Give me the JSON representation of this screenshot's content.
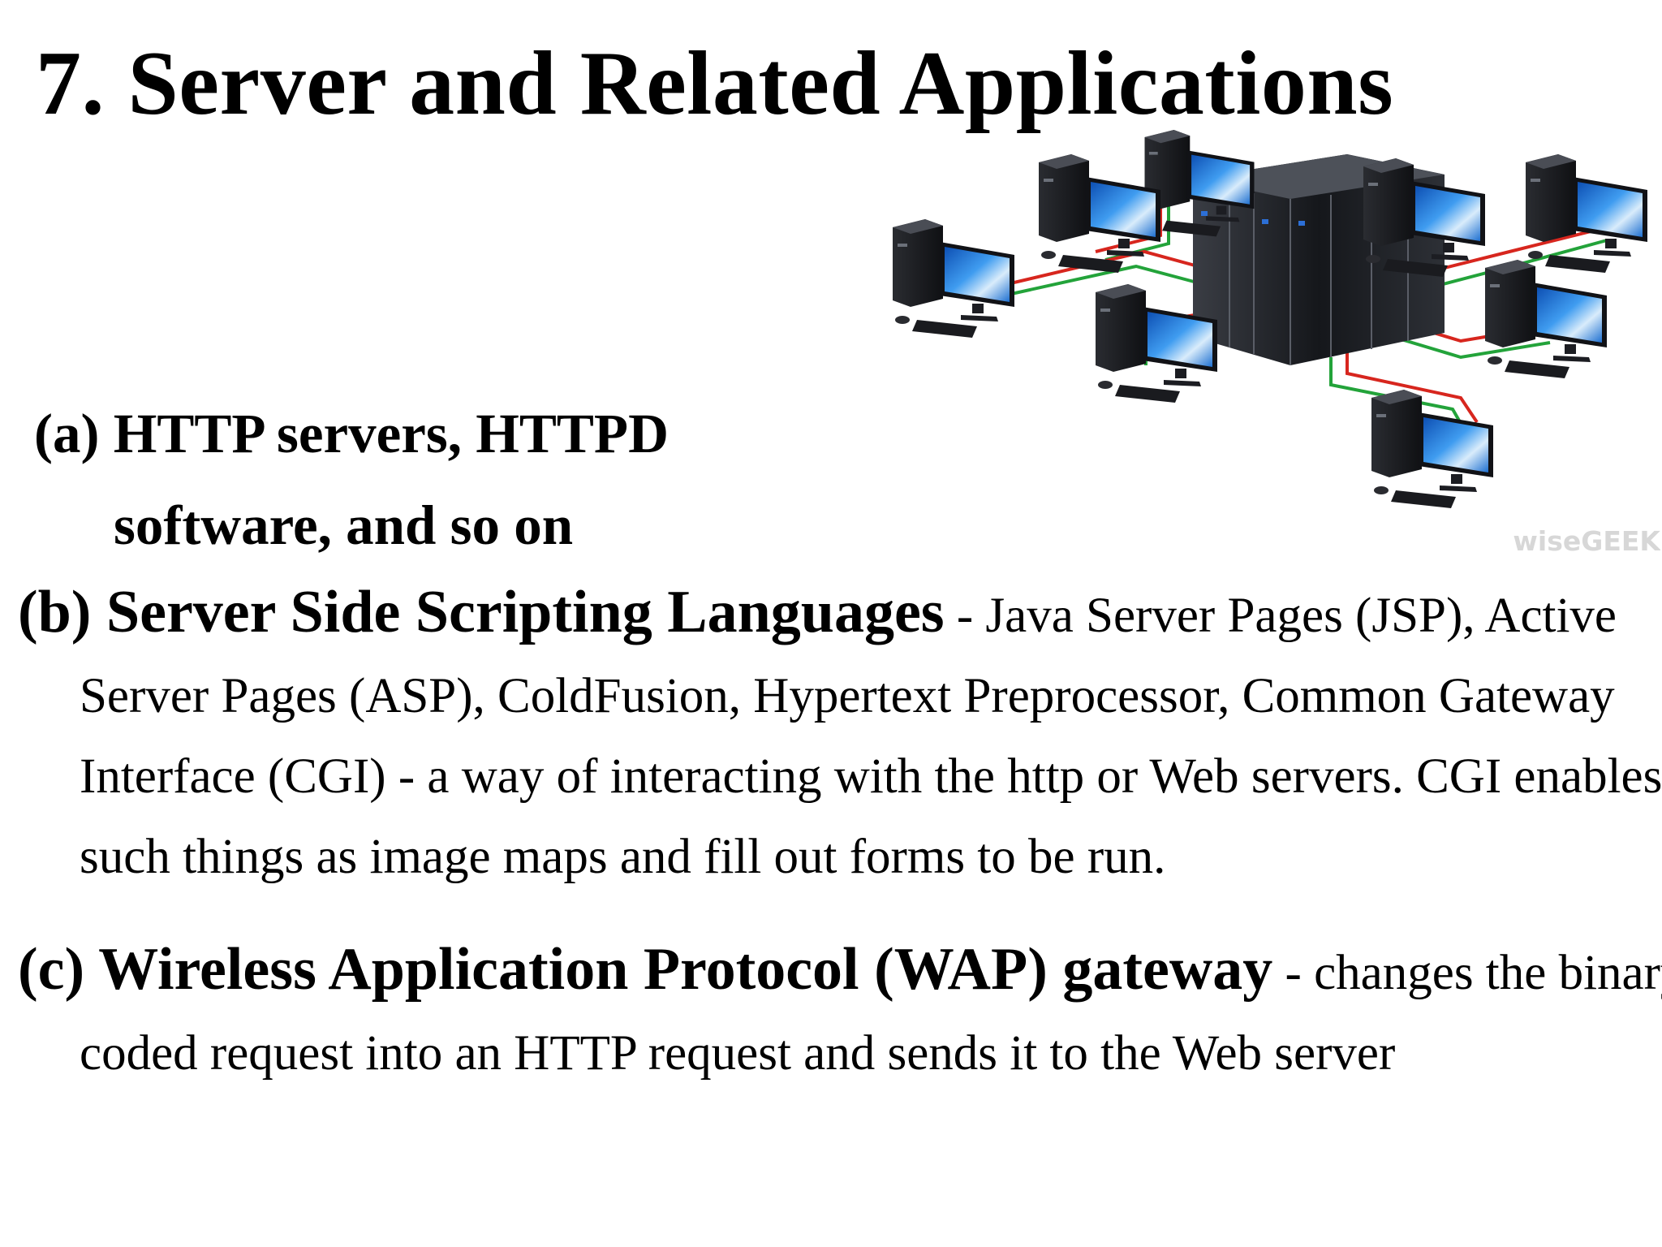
{
  "title": "7. Server and Related Applications",
  "items": [
    {
      "label": "(a)",
      "heading_line1": "(a) HTTP servers, HTTPD",
      "heading_line2": "software, and so on"
    },
    {
      "label": "(b)",
      "heading": "(b) Server Side Scripting Languages",
      "description": " - Java Server Pages (JSP), Active Server Pages (ASP), ColdFusion, Hypertext Preprocessor, Common Gateway Interface (CGI) - a way of interacting with the http or Web servers. CGI enables such things as image maps and fill out forms to be run."
    },
    {
      "label": "(c)",
      "heading": "(c) Wireless Application Protocol (WAP) gateway",
      "description": " - changes the binary coded request into an HTTP request and sends it to the Web server"
    }
  ],
  "illustration": {
    "icon": "server-network-icon",
    "watermark": "wiseGEEK",
    "colors": {
      "link_red": "#d7261e",
      "link_green": "#23a33a",
      "screen_blue": "#2d7fd8",
      "case_black": "#1b1d22"
    }
  }
}
